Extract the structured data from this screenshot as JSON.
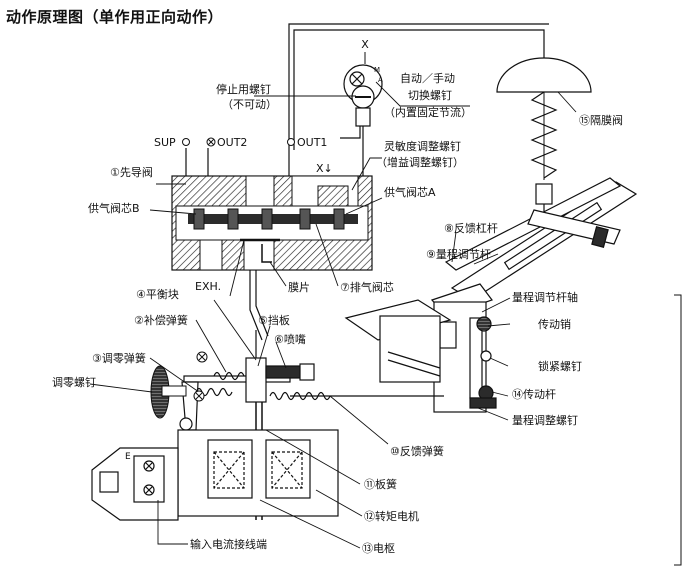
{
  "title": "动作原理图（单作用正向动作）",
  "ports": {
    "sup": "SUP",
    "out2": "OUT2",
    "out1": "OUT1",
    "exh": "EXH.",
    "x_top": "X",
    "x_arrow": "X↓"
  },
  "labels": {
    "stop_screw": "停止用螺钉",
    "stop_screw_sub": "（不可动）",
    "auto_manual": "自动／手动",
    "auto_manual_2": "切换螺钉",
    "auto_manual_sub": "（内置固定节流）",
    "sensitivity": "灵敏度调整螺钉",
    "sensitivity_sub": "（增益调整螺钉）",
    "pilot_valve": "①先导阀",
    "supply_b": "供气阀芯B",
    "supply_a": "供气阀芯A",
    "diaphragm_valve": "⑮隔膜阀",
    "feedback_lever": "⑧反馈杠杆",
    "range_rod": "⑨量程调节杆",
    "range_rod_shaft": "量程调节杆轴",
    "drive_pin": "传动销",
    "lock_screw": "锁紧螺钉",
    "drive_rod": "⑭传动杆",
    "range_screw": "量程调整螺钉",
    "balance_block": "④平衡块",
    "comp_spring": "②补偿弹簧",
    "zero_spring": "③调零弹簧",
    "zero_screw": "调零螺钉",
    "baffle": "⑤挡板",
    "nozzle": "⑥喷嘴",
    "membrane": "膜片",
    "exhaust_core": "⑦排气阀芯",
    "feedback_spring": "⑩反馈弹簧",
    "leaf_spring": "⑪板簧",
    "torque_motor": "⑫转矩电机",
    "armature": "⑬电枢",
    "input_terminal": "输入电流接线端",
    "e_mark": "E"
  },
  "colors": {
    "line": "#111111",
    "hatch": "#222222",
    "body_fill": "#d0d0d0",
    "dark_fill": "#2b2b2b",
    "bg": "#ffffff"
  }
}
